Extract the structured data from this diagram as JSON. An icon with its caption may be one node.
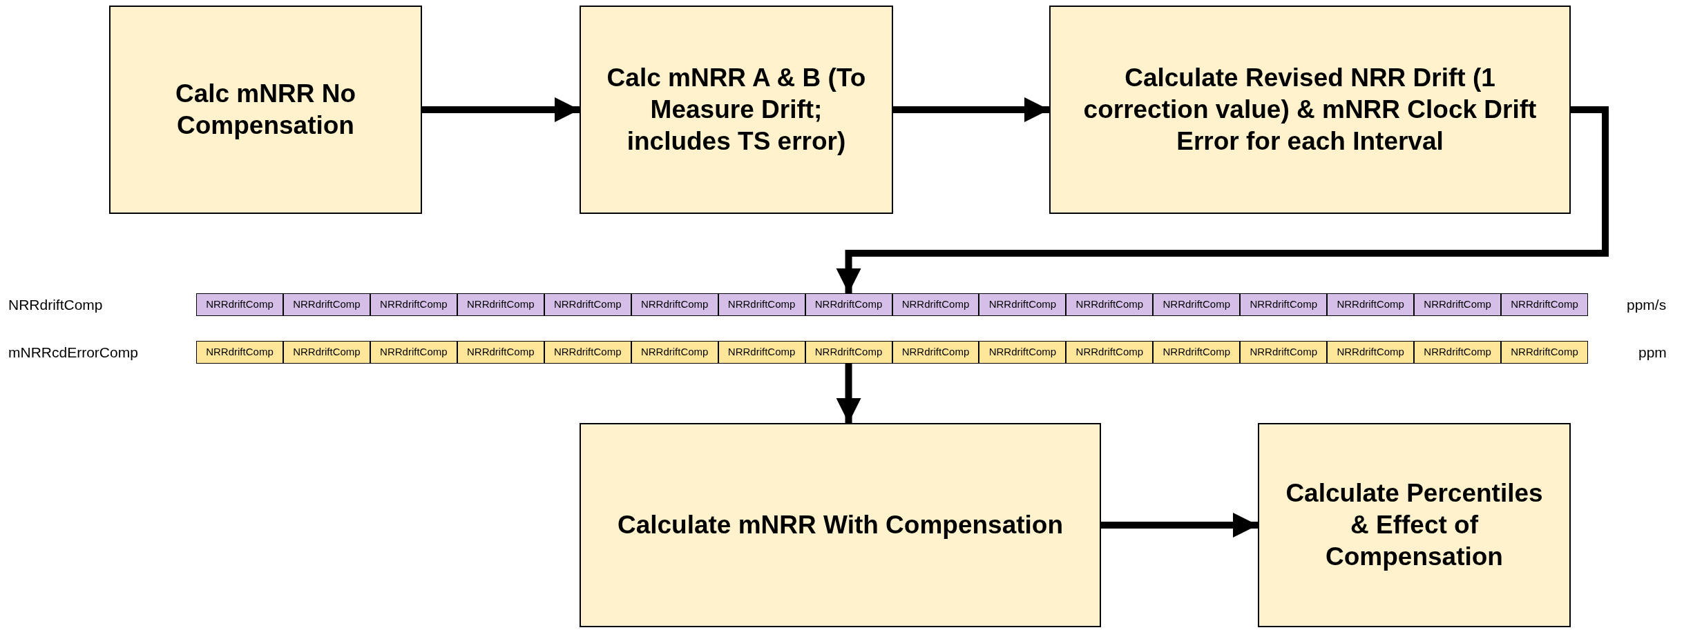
{
  "diagram": {
    "nodes": [
      {
        "text": [
          "Calc mNRR No Compensation"
        ]
      },
      {
        "text": [
          "Calc mNRR A & B (To Measure Drift; includes TS error)"
        ]
      },
      {
        "text": [
          "Calculate Revised NRR Drift (1 correction value) & mNRR Clock Drift Error for each Interval"
        ]
      },
      {
        "text": [
          "NRRdriftComp"
        ]
      },
      {
        "text": [
          "NRRdriftComp"
        ]
      },
      {
        "text": [
          "NRRdriftComp"
        ]
      },
      {
        "text": [
          "NRRdriftComp"
        ]
      },
      {
        "text": [
          "NRRdriftComp"
        ]
      },
      {
        "text": [
          "NRRdriftComp"
        ]
      },
      {
        "text": [
          "NRRdriftComp"
        ]
      },
      {
        "text": [
          "NRRdriftComp"
        ]
      },
      {
        "text": [
          "NRRdriftComp"
        ]
      },
      {
        "text": [
          "NRRdriftComp"
        ]
      },
      {
        "text": [
          "NRRdriftComp"
        ]
      },
      {
        "text": [
          "NRRdriftComp"
        ]
      },
      {
        "text": [
          "NRRdriftComp"
        ]
      },
      {
        "text": [
          "NRRdriftComp"
        ]
      },
      {
        "text": [
          "NRRdriftComp"
        ]
      },
      {
        "text": [
          "NRRdriftComp"
        ]
      },
      {
        "text": [
          "NRRdriftComp"
        ]
      },
      {
        "text": [
          "NRRdriftComp"
        ]
      },
      {
        "text": [
          "NRRdriftComp"
        ]
      },
      {
        "text": [
          "NRRdriftComp"
        ]
      },
      {
        "text": [
          "NRRdriftComp"
        ]
      },
      {
        "text": [
          "NRRdriftComp"
        ]
      },
      {
        "text": [
          "NRRdriftComp"
        ]
      },
      {
        "text": [
          "NRRdriftComp"
        ]
      },
      {
        "text": [
          "NRRdriftComp"
        ]
      },
      {
        "text": [
          "NRRdriftComp"
        ]
      },
      {
        "text": [
          "NRRdriftComp"
        ]
      },
      {
        "text": [
          "NRRdriftComp"
        ]
      },
      {
        "text": [
          "NRRdriftComp"
        ]
      },
      {
        "text": [
          "NRRdriftComp"
        ]
      },
      {
        "text": [
          "NRRdriftComp"
        ]
      },
      {
        "text": [
          "NRRdriftComp"
        ]
      },
      {
        "text": [
          "Calculate mNRR With Compensation"
        ]
      },
      {
        "text": [
          "Calculate Percentiles & Effect of Compensation"
        ]
      }
    ],
    "edges": [
      {
        "from": 0,
        "to": 1,
        "arrow": "to"
      },
      {
        "from": 1,
        "to": 2,
        "arrow": "to"
      },
      {
        "from": 2,
        "to": 10,
        "arrow": "to"
      },
      {
        "from": 26,
        "to": 35,
        "arrow": "to"
      },
      {
        "from": 35,
        "to": 36,
        "arrow": "to"
      }
    ],
    "labels": [
      "NRRdriftComp",
      "ppm/s",
      "mNRRcdErrorComp",
      "ppm"
    ]
  }
}
